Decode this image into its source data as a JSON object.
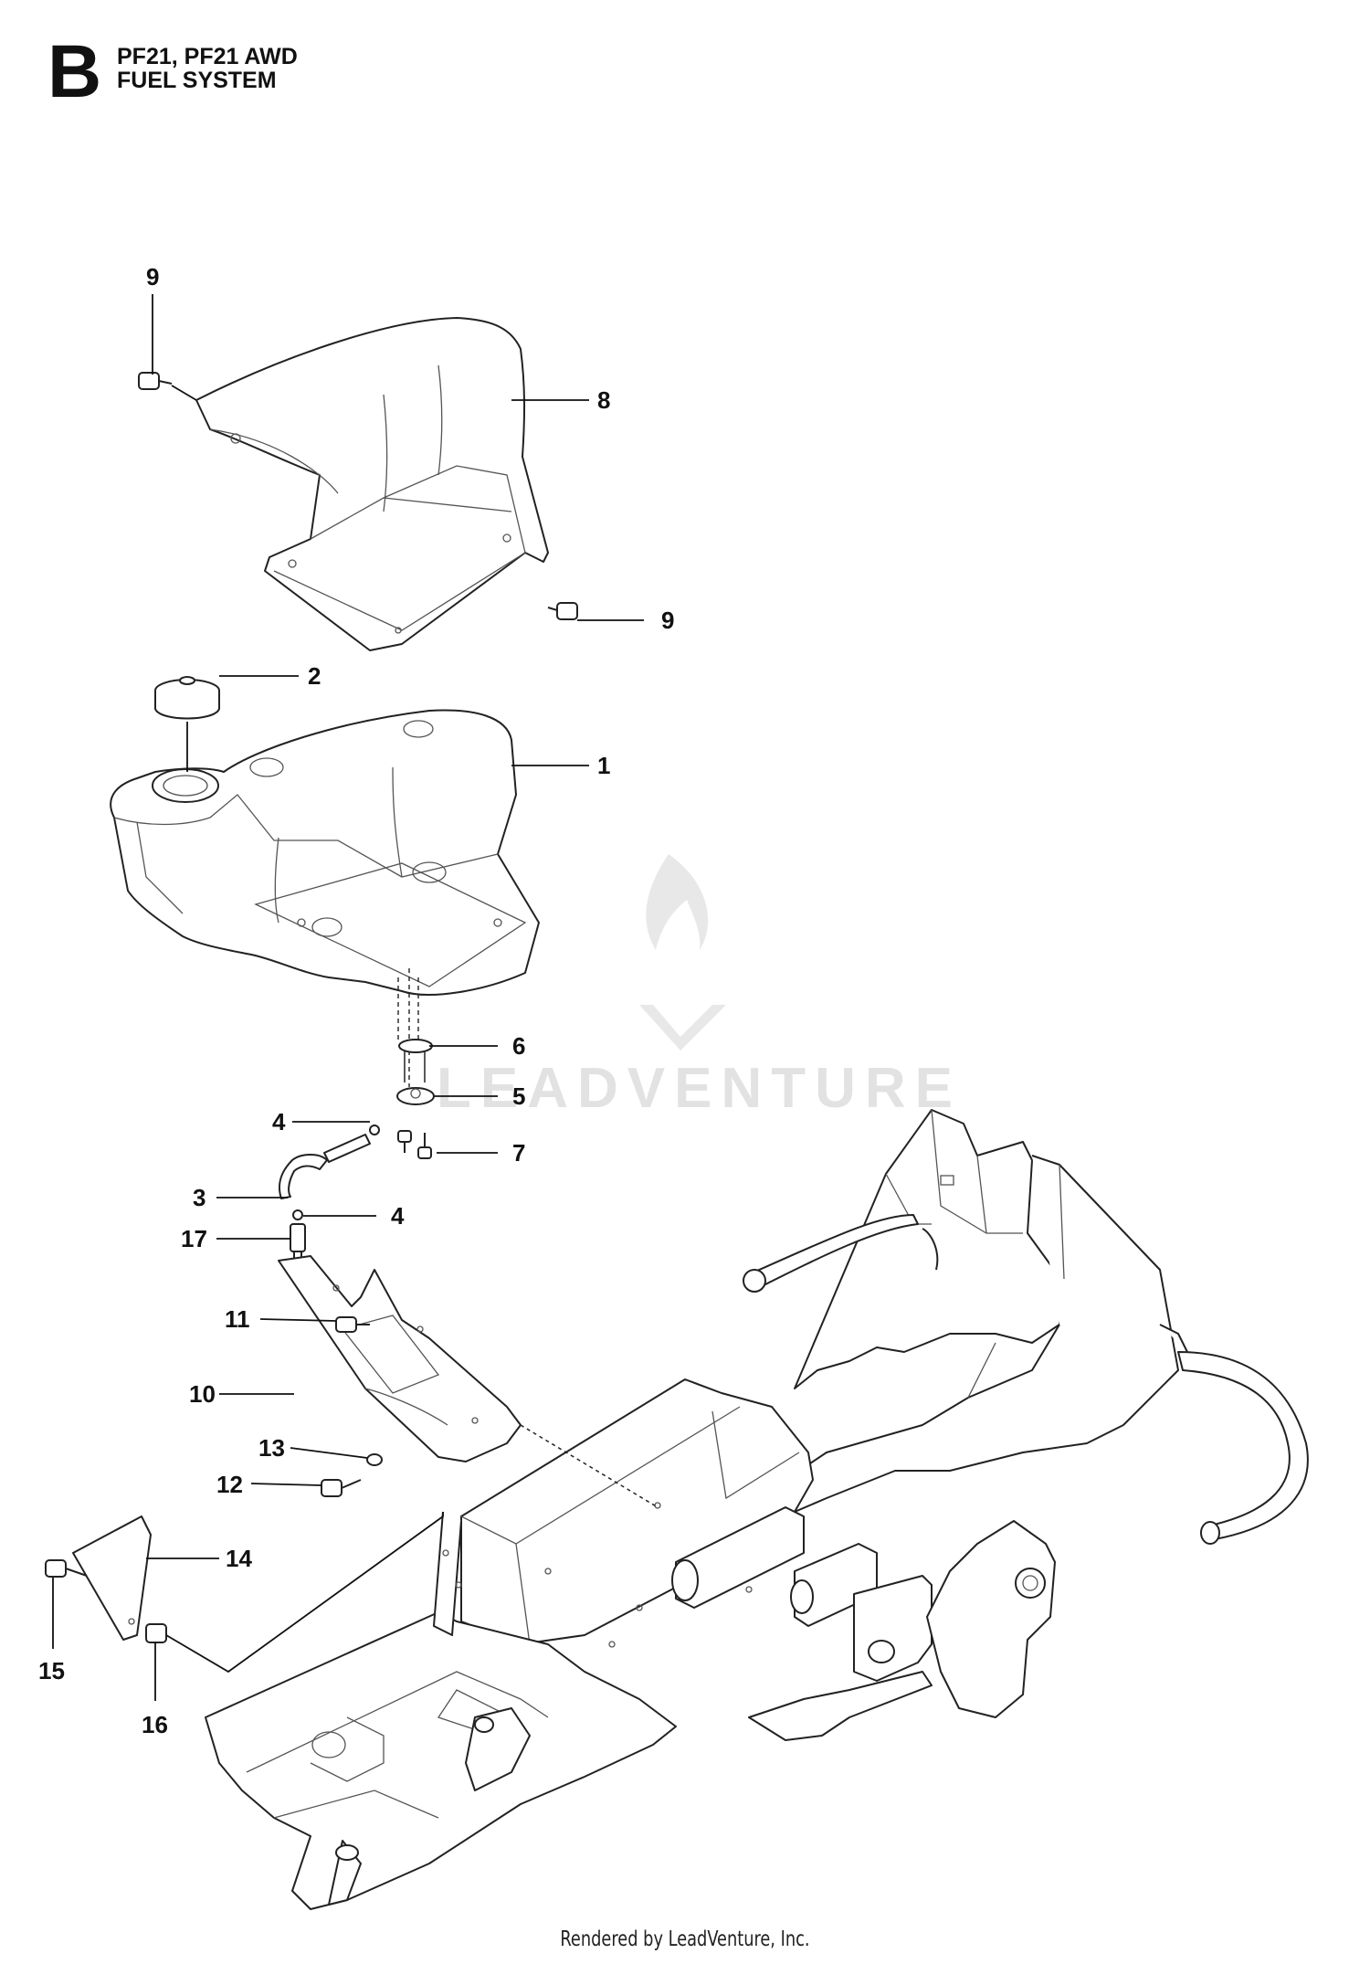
{
  "header": {
    "section_letter": "B",
    "models": "PF21, PF21 AWD",
    "section_title": "FUEL SYSTEM"
  },
  "watermark": {
    "text": "LEADVENTURE"
  },
  "footer": {
    "text": "Rendered by LeadVenture, Inc."
  },
  "callouts": [
    {
      "id": "c9a",
      "label": "9"
    },
    {
      "id": "c8",
      "label": "8"
    },
    {
      "id": "c9b",
      "label": "9"
    },
    {
      "id": "c2",
      "label": "2"
    },
    {
      "id": "c1",
      "label": "1"
    },
    {
      "id": "c6",
      "label": "6"
    },
    {
      "id": "c5",
      "label": "5"
    },
    {
      "id": "c4a",
      "label": "4"
    },
    {
      "id": "c7",
      "label": "7"
    },
    {
      "id": "c3",
      "label": "3"
    },
    {
      "id": "c4b",
      "label": "4"
    },
    {
      "id": "c17",
      "label": "17"
    },
    {
      "id": "c11",
      "label": "11"
    },
    {
      "id": "c10",
      "label": "10"
    },
    {
      "id": "c13",
      "label": "13"
    },
    {
      "id": "c12",
      "label": "12"
    },
    {
      "id": "c14",
      "label": "14"
    },
    {
      "id": "c15",
      "label": "15"
    },
    {
      "id": "c16",
      "label": "16"
    }
  ],
  "colors": {
    "line": "#222222",
    "watermark": "#e2e2e2",
    "background": "#ffffff"
  }
}
